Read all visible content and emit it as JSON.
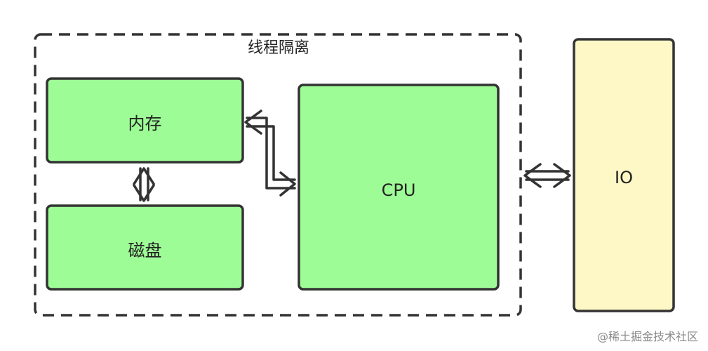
{
  "group": {
    "label": "线程隔离"
  },
  "nodes": {
    "memory": {
      "label": "内存"
    },
    "disk": {
      "label": "磁盘"
    },
    "cpu": {
      "label": "CPU"
    },
    "io": {
      "label": "IO"
    }
  },
  "edges": [
    {
      "from": "memory",
      "to": "disk",
      "direction": "both"
    },
    {
      "from": "memory",
      "to": "cpu",
      "direction": "both"
    },
    {
      "from": "cpu",
      "to": "io",
      "direction": "both"
    }
  ],
  "colors": {
    "green_fill": "#9efc96",
    "yellow_fill": "#fdf8c6",
    "stroke": "#333333"
  },
  "watermark": {
    "text": "@稀土掘金技术社区"
  }
}
